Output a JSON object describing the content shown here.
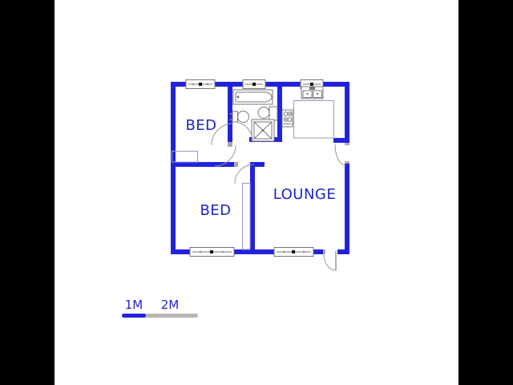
{
  "view": {
    "kind": "floor-plan-drawing"
  },
  "colors": {
    "wall": "#2222dd",
    "label": "#2222cc",
    "fixture": "#777777",
    "light_fixture": "#9898cc",
    "door_arc": "#999999",
    "jamb": "#aaaaaa",
    "scale_gray": "#b8b8b8",
    "background": "#ffffff",
    "letterbox": "#000000"
  },
  "rooms": [
    {
      "id": "bed-1",
      "label": "BED"
    },
    {
      "id": "bed-2",
      "label": "BED"
    },
    {
      "id": "lounge",
      "label": "LOUNGE"
    }
  ],
  "fixtures": [
    "bathtub",
    "toilet",
    "basin",
    "shower",
    "kitchen-sink",
    "stove",
    "counter",
    "wardrobe",
    "wardrobe"
  ],
  "scale_bar": {
    "label_1m": "1M",
    "label_2m": "2M"
  }
}
